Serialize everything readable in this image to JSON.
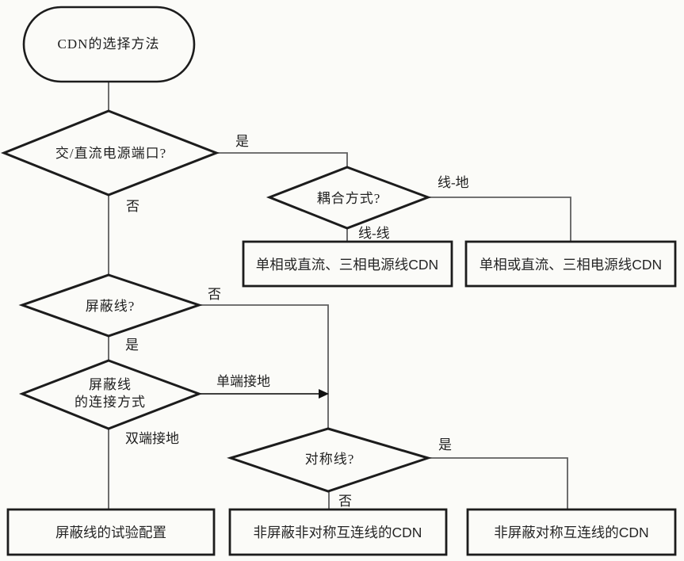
{
  "flowchart": {
    "start": {
      "label": "CDN的选择方法"
    },
    "decisions": {
      "power_port": {
        "label": "交/直流电源端口?",
        "branch_right": "是",
        "branch_down": "否"
      },
      "coupling": {
        "label": "耦合方式?",
        "branch_right": "线-地",
        "branch_down": "线-线"
      },
      "shielded": {
        "label": "屏蔽线?",
        "branch_right": "否",
        "branch_down": "是"
      },
      "shield_connection": {
        "label_line1": "屏蔽线",
        "label_line2": "的连接方式",
        "branch_right": "单端接地",
        "branch_down": "双端接地"
      },
      "symmetric": {
        "label": "对称线?",
        "branch_right": "是",
        "branch_down": "否"
      }
    },
    "results": {
      "power_cdn_line_line": "单相或直流、三相电源线CDN",
      "power_cdn_line_ground": "单相或直流、三相电源线CDN",
      "shielded_test_config": "屏蔽线的试验配置",
      "unshielded_asymmetric": "非屏蔽非对称互连线的CDN",
      "unshielded_symmetric": "非屏蔽对称互连线的CDN"
    },
    "colors": {
      "shape_stroke": "#1c1c1c",
      "connector_stroke": "#5f5f5f",
      "text": "#1f1f1f",
      "background": "#fbfbf8"
    }
  }
}
